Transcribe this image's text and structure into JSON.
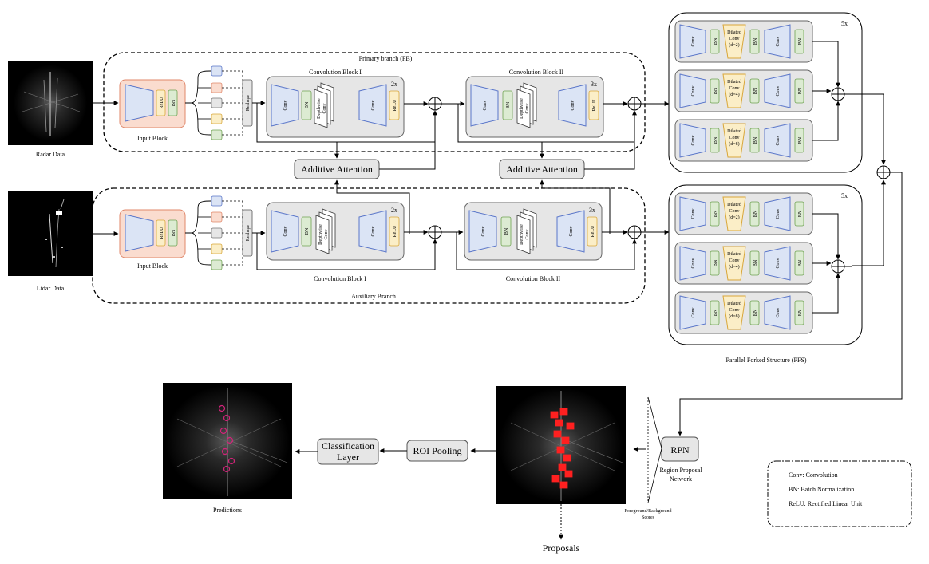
{
  "labels": {
    "radar_data": "Radar Data",
    "lidar_data": "Lidar Data",
    "primary_branch": "Primary branch (PB)",
    "auxiliary_branch": "Auxiliary Branch",
    "input_block": "Input Block",
    "conv_block_1": "Convolution Block I",
    "conv_block_2": "Convolution Block II",
    "repeat_2x": "2x",
    "repeat_3x": "3x",
    "repeat_5x": "5x",
    "additive_attention": "Additive Attention",
    "pfs": "Parallel Forked Structure (PFS)",
    "rpn": "RPN",
    "rpn_full_line1": "Region Proposal",
    "rpn_full_line2": "Network",
    "fg_bg_line1": "Foreground/Background",
    "fg_bg_line2": "Scores",
    "proposals": "Proposals",
    "roi_pooling": "ROI Pooling",
    "classification_line1": "Classification",
    "classification_line2": "Layer",
    "predictions": "Predictions",
    "conv": "Conv",
    "bn": "BN",
    "relu": "ReLU",
    "reshape": "Reshape",
    "depthwise_line1": "Depthwise",
    "depthwise_line2": "Conv",
    "dilated_line1": "Dilated",
    "dilated_line2": "Conv",
    "d2": "(d=2)",
    "d4": "(d=4)",
    "d8": "(d=8)"
  },
  "legend": [
    "Conv: Convolution",
    "BN: Batch Normalization",
    "ReLU: Rectified Linear Unit"
  ],
  "colors": {
    "conv_fill": "#dbe4f5",
    "conv_stroke": "#5a76c9",
    "bn_fill": "#dcebd2",
    "bn_stroke": "#6fa352",
    "relu_fill": "#fbeec7",
    "relu_stroke": "#d9a73a",
    "input_block_fill": "#fadccf",
    "input_block_stroke": "#e0876a",
    "block_fill": "#e6e6e6",
    "detection_box": "#ff2020",
    "prediction_box": "#d4237a"
  },
  "icons": [
    "sum-node-icon",
    "arrow-icon"
  ]
}
